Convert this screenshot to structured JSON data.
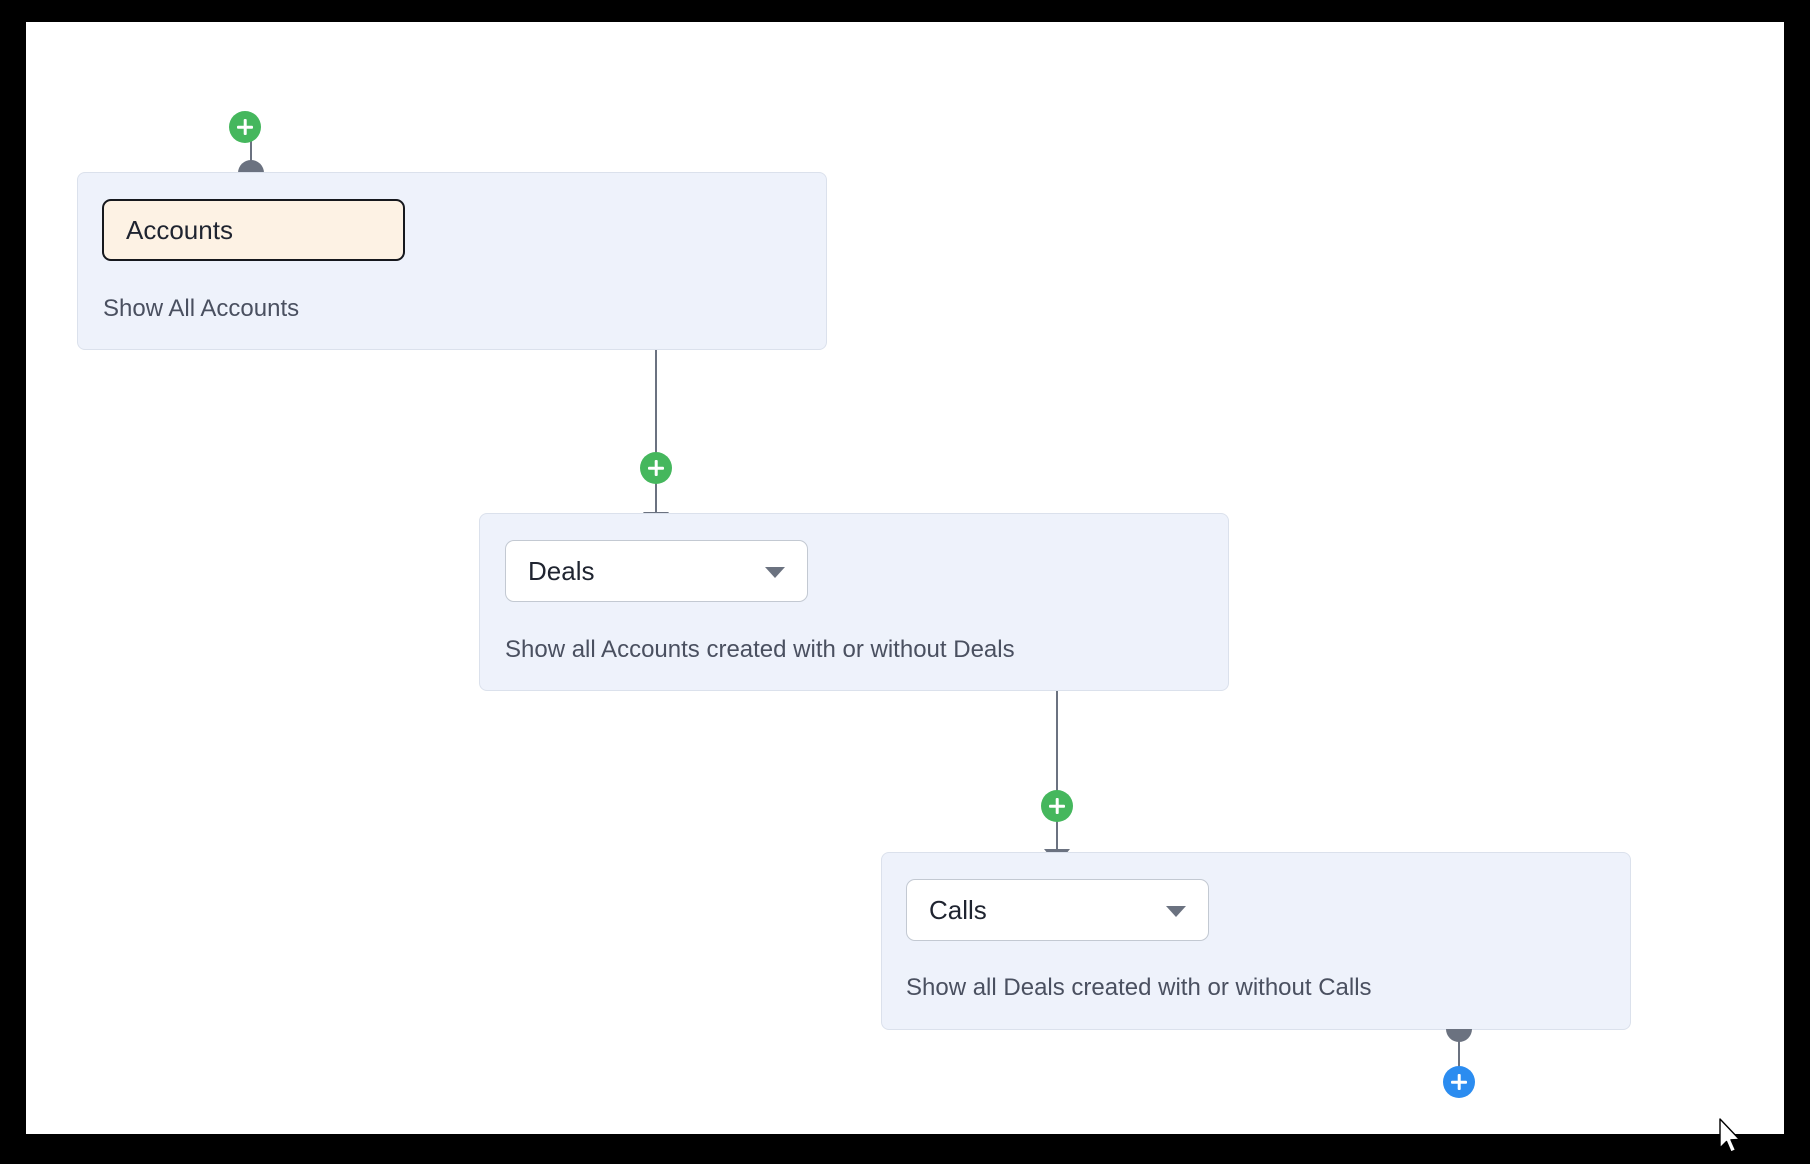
{
  "canvas": {
    "background_color": "#ffffff",
    "frame_color": "#000000"
  },
  "theme": {
    "card_background": "#eef2fb",
    "card_border": "#dbe1ec",
    "static_chip_background": "#fdf2e4",
    "static_chip_border": "#16181d",
    "select_chip_background": "#ffffff",
    "select_chip_border": "#c3c9d2",
    "connector_color": "#6b7280",
    "add_button_green": "#45b75d",
    "add_button_blue": "#2b8cf0",
    "description_text_color": "#4a5060",
    "chip_text_color": "#1f2430"
  },
  "flow": {
    "nodes": [
      {
        "id": "accounts",
        "entity_label": "Accounts",
        "entity_kind": "static",
        "description": "Show All Accounts",
        "has_chevron": false
      },
      {
        "id": "deals",
        "entity_label": "Deals",
        "entity_kind": "select",
        "description": "Show all Accounts created with or without Deals",
        "has_chevron": true,
        "chevron_icon": "chevron-down-icon"
      },
      {
        "id": "calls",
        "entity_label": "Calls",
        "entity_kind": "select",
        "description": "Show all Deals created with or without Calls",
        "has_chevron": true,
        "chevron_icon": "chevron-down-icon"
      }
    ],
    "add_buttons": [
      {
        "id": "add-above-accounts",
        "icon": "plus-icon",
        "color": "green",
        "position": "above-accounts"
      },
      {
        "id": "add-between-accounts-deals",
        "icon": "plus-icon",
        "color": "green",
        "position": "between-accounts-and-deals"
      },
      {
        "id": "add-between-deals-calls",
        "icon": "plus-icon",
        "color": "green",
        "position": "between-deals-and-calls"
      },
      {
        "id": "add-below-calls",
        "icon": "plus-icon",
        "color": "blue",
        "position": "below-calls"
      }
    ],
    "connectors": [
      {
        "id": "accounts-to-deals",
        "from": "accounts",
        "to": "deals",
        "arrow": "down-arrow-icon"
      },
      {
        "id": "deals-to-calls",
        "from": "deals",
        "to": "calls",
        "arrow": "down-arrow-icon"
      }
    ]
  },
  "pointer": {
    "icon": "mouse-arrow-cursor"
  }
}
